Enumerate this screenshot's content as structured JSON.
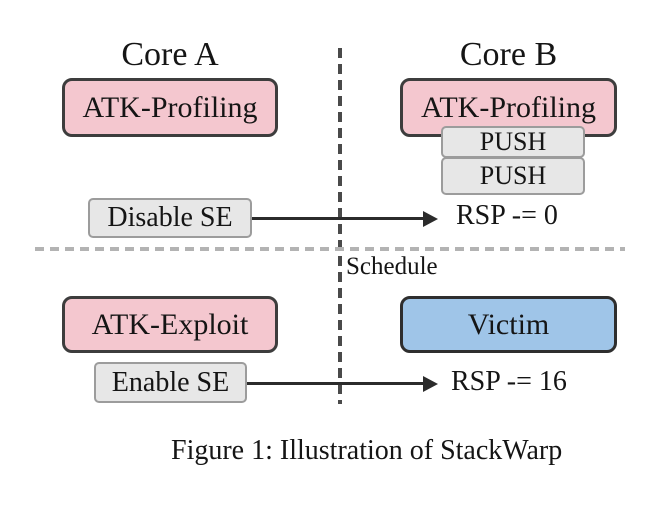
{
  "figure": {
    "core_a": {
      "title": "Core A",
      "atk_profiling": "ATK-Profiling",
      "disable_se": "Disable SE",
      "atk_exploit": "ATK-Exploit",
      "enable_se": "Enable SE"
    },
    "core_b": {
      "title": "Core B",
      "atk_profiling": "ATK-Profiling",
      "push_top": "PUSH",
      "push_bottom": "PUSH",
      "rsp_zero": "RSP -= 0",
      "victim": "Victim",
      "rsp_sixteen": "RSP -= 16"
    },
    "schedule_label": "Schedule",
    "caption": "Figure 1: Illustration of StackWarp",
    "colors": {
      "attacker_fill": "#f4c7cf",
      "attacker_border": "#3d3d3d",
      "victim_fill": "#9fc5e8",
      "victim_border": "#2e2e2e",
      "action_fill": "#e7e7e7",
      "action_border": "#9c9c9c",
      "vertical_divider": "#4a4a4a",
      "horizontal_divider": "#b3b3b3",
      "arrow": "#2b2b2b",
      "text": "#151515",
      "background": "#ffffff"
    }
  }
}
